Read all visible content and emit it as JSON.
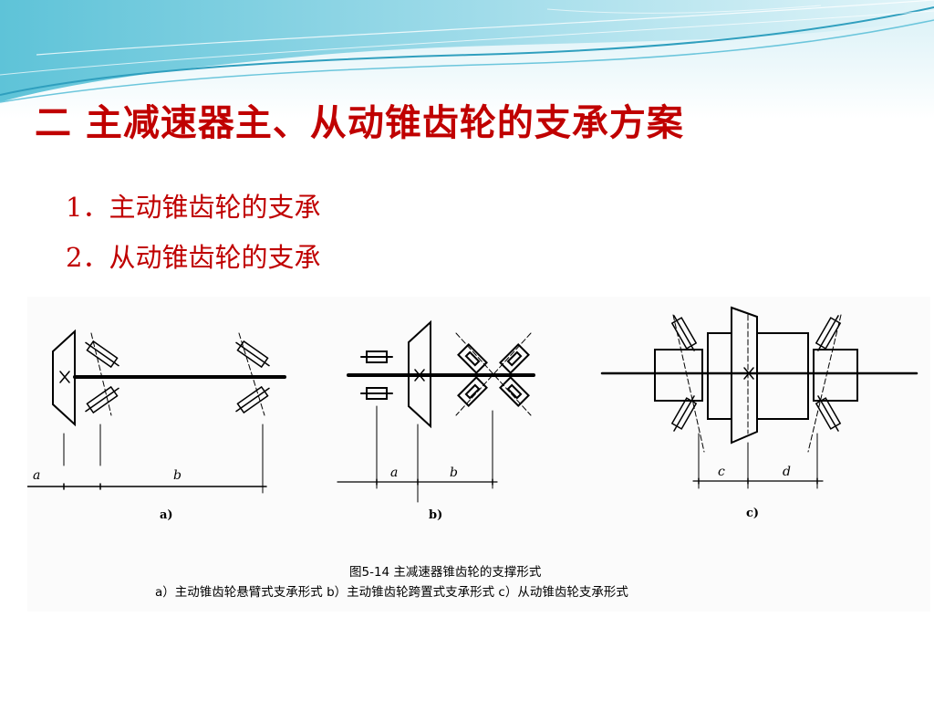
{
  "slide": {
    "title": "二 主减速器主、从动锥齿轮的支承方案",
    "bullets": [
      "1．主动锥齿轮的支承",
      "2．从动锥齿轮的支承"
    ]
  },
  "figure": {
    "title": "图5-14   主减速器锥齿轮的支撑形式",
    "caption": "a）主动锥齿轮悬臂式支承形式   b）主动锥齿轮跨置式支承形式   c）从动锥齿轮支承形式",
    "sublabels": {
      "a": "a)",
      "b": "b)",
      "c": "c)"
    },
    "dimensions": {
      "a": "a",
      "b": "b",
      "c": "c",
      "d": "d"
    }
  },
  "colors": {
    "title": "#c00000",
    "bullets": "#c00000",
    "wave_dark": "#2f9fbe",
    "wave_light": "#bfe8f2"
  }
}
